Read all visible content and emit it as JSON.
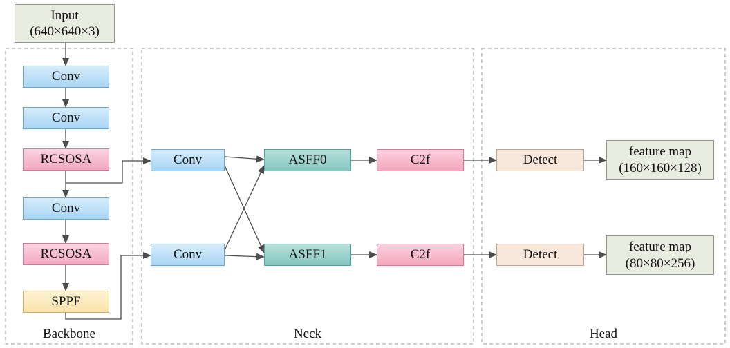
{
  "input": {
    "line1": "Input",
    "line2": "(640×640×3)"
  },
  "backbone": {
    "label": "Backbone",
    "blocks": [
      "Conv",
      "Conv",
      "RCSOSA",
      "Conv",
      "RCSOSA",
      "SPPF"
    ]
  },
  "neck": {
    "label": "Neck",
    "conv_top": "Conv",
    "conv_bottom": "Conv",
    "asff0": "ASFF0",
    "asff1": "ASFF1",
    "c2f_top": "C2f",
    "c2f_bottom": "C2f"
  },
  "head": {
    "label": "Head",
    "detect_top": "Detect",
    "detect_bottom": "Detect",
    "output_top": {
      "line1": "feature map",
      "line2": "(160×160×128)"
    },
    "output_bottom": {
      "line1": "feature map",
      "line2": "(80×80×256)"
    }
  },
  "colors": {
    "conv": "#a9d6f5",
    "rcsosa": "#f3a8c0",
    "asff": "#86c6c0",
    "c2f": "#f3a6bd",
    "sppf": "#fbe3a8",
    "detect": "#f8e8dc",
    "feature_map": "#e9ece0",
    "arrow": "#4d4d4d"
  }
}
